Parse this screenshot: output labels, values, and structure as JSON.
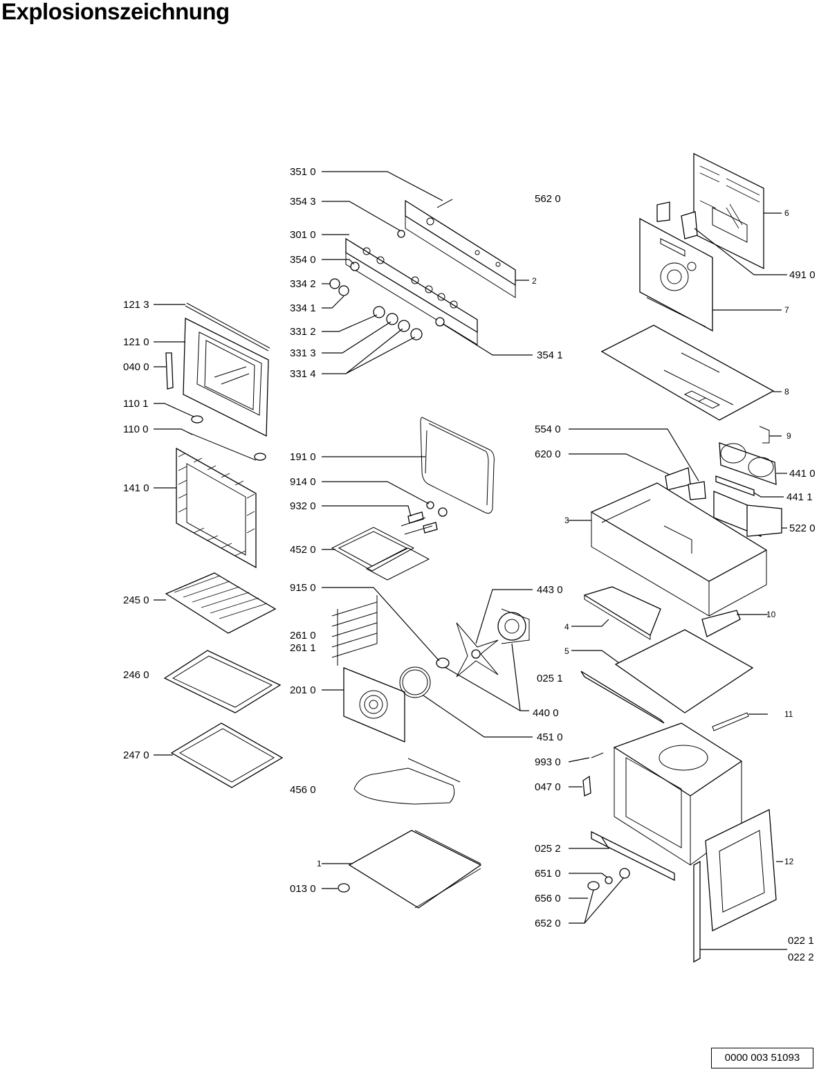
{
  "title": "Explosionszeichnung",
  "document_number": "0000 003 51093",
  "callouts": {
    "p3510": "351 0",
    "p3543": "354 3",
    "p3010": "301 0",
    "p3540": "354 0",
    "p3342": "334 2",
    "p3341": "334 1",
    "p3312": "331 2",
    "p3313": "331 3",
    "p3314": "331 4",
    "p3541": "354 1",
    "p2": "2",
    "p5620": "562 0",
    "p6": "6",
    "p4910": "491 0",
    "p7": "7",
    "p8": "8",
    "p9": "9",
    "p4410": "441 0",
    "p4411": "441 1",
    "p5220": "522 0",
    "p5540": "554 0",
    "p6200": "620 0",
    "p3": "3",
    "p1213": "121 3",
    "p1210": "121 0",
    "p0400": "040 0",
    "p1101": "110 1",
    "p1100": "110 0",
    "p1410": "141 0",
    "p2450": "245 0",
    "p2460": "246 0",
    "p2470": "247 0",
    "p1910": "191 0",
    "p9140": "914 0",
    "p9320": "932 0",
    "p4520": "452 0",
    "p9150": "915 0",
    "p2610": "261 0",
    "p2611": "261 1",
    "p2010": "201 0",
    "p4560": "456 0",
    "p1": "1",
    "p0130": "013 0",
    "p4430": "443 0",
    "p0251": "025 1",
    "p4400": "440 0",
    "p4510": "451 0",
    "p4": "4",
    "p5": "5",
    "p10": "10",
    "p11": "11",
    "p9930": "993 0",
    "p0470": "047 0",
    "p0252": "025 2",
    "p6510": "651 0",
    "p6560": "656 0",
    "p6520": "652 0",
    "p12": "12",
    "p0221": "022 1",
    "p0222": "022 2"
  }
}
